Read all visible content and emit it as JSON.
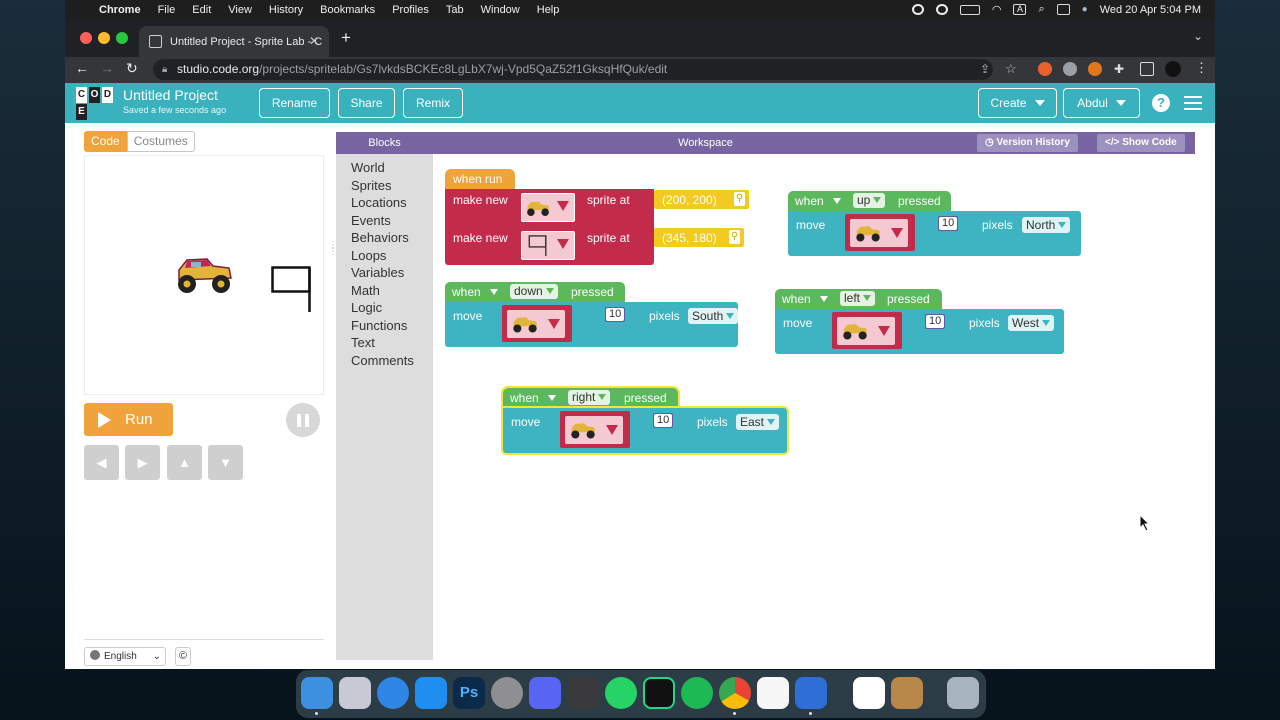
{
  "menubar": {
    "app": "Chrome",
    "items": [
      "File",
      "Edit",
      "View",
      "History",
      "Bookmarks",
      "Profiles",
      "Tab",
      "Window",
      "Help"
    ],
    "clock": "Wed 20 Apr  5:04 PM"
  },
  "browser": {
    "tab_title": "Untitled Project - Sprite Lab - C",
    "url_host": "studio.code.org",
    "url_path": "/projects/spritelab/Gs7lvkdsBCKEc8LgLbX7wj-Vpd5QaZ52f1GksqHfQuk/edit"
  },
  "appbar": {
    "logo_letters": [
      "C",
      "O",
      "D",
      "E"
    ],
    "project_title": "Untitled Project",
    "saved_text": "Saved a few seconds ago",
    "rename_label": "Rename",
    "share_label": "Share",
    "remix_label": "Remix",
    "create_label": "Create",
    "user_label": "Abdul",
    "help_symbol": "?"
  },
  "left_panel": {
    "tab_code": "Code",
    "tab_costumes": "Costumes",
    "run_label": "Run",
    "language": "English",
    "copyright": "©",
    "arrows": [
      "◀",
      "▶",
      "▲",
      "▼"
    ]
  },
  "workspace": {
    "blocks_label": "Blocks",
    "workspace_label": "Workspace",
    "version_history_label": "Version History",
    "show_code_label": "Show Code",
    "categories": [
      "World",
      "Sprites",
      "Locations",
      "Events",
      "Behaviors",
      "Loops",
      "Variables",
      "Math",
      "Logic",
      "Functions",
      "Text",
      "Comments"
    ]
  },
  "blocks": {
    "when_run": "when run",
    "make_new": "make new",
    "sprite_at": "sprite at",
    "loc1": "(200, 200)",
    "loc2": "(345, 180)",
    "when": "when",
    "pressed": "pressed",
    "move": "move",
    "pixels": "pixels",
    "groups": [
      {
        "key": "up",
        "amount": "10",
        "dir": "North"
      },
      {
        "key": "down",
        "amount": "10",
        "dir": "South"
      },
      {
        "key": "left",
        "amount": "10",
        "dir": "West"
      },
      {
        "key": "right",
        "amount": "10",
        "dir": "East"
      }
    ]
  },
  "colors": {
    "appbar": "#3ab2be",
    "event_green": "#5cb85c",
    "action_teal": "#3eb3c2",
    "sprite_crimson": "#c32b4b",
    "run_orange": "#f0a33a",
    "header_purple": "#7665a0"
  }
}
